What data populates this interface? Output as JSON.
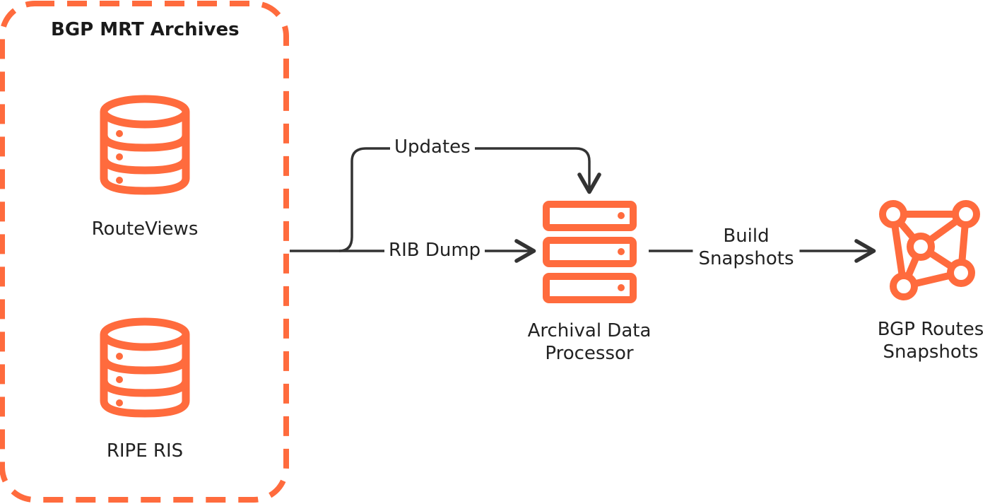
{
  "colors": {
    "accent": "#FF6B3D",
    "edge": "#333333",
    "text": "#222222"
  },
  "group": {
    "title": "BGP MRT Archives"
  },
  "sources": [
    {
      "label": "RouteViews",
      "icon": "database-icon"
    },
    {
      "label": "RIPE RIS",
      "icon": "database-icon"
    }
  ],
  "processor": {
    "label_line1": "Archival Data",
    "label_line2": "Processor",
    "icon": "server-icon"
  },
  "output": {
    "label_line1": "BGP Routes",
    "label_line2": "Snapshots",
    "icon": "network-graph-icon"
  },
  "edges": {
    "updates": "Updates",
    "rib_dump": "RIB Dump",
    "build_line1": "Build",
    "build_line2": "Snapshots"
  }
}
